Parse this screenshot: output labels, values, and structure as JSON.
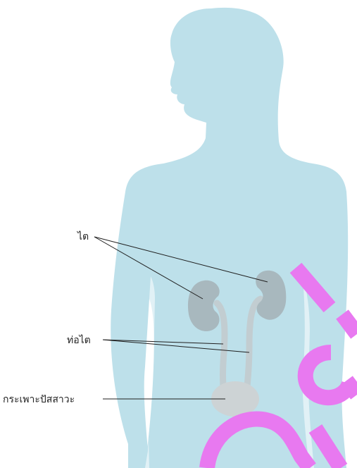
{
  "labels": {
    "kidneys": "ไต",
    "ureters": "ท่อไต",
    "bladder": "กระเพาะปัสสาวะ"
  },
  "colors": {
    "body": "#bde0ea",
    "organ": "#a8b8be",
    "ureter": "#c2cdd1",
    "bladder": "#cdd3d5",
    "line": "#1f1f1f",
    "watermark": "#e879f0"
  }
}
